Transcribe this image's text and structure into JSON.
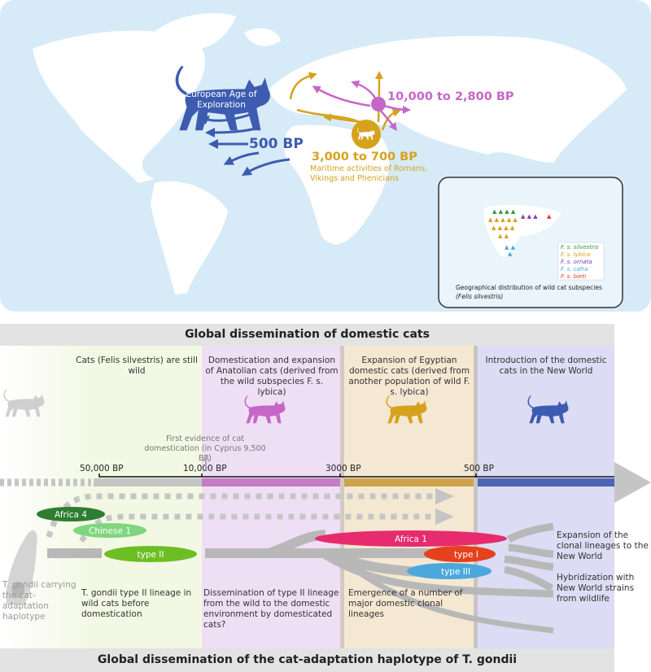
{
  "map": {
    "europe_label": "European Age of Exploration",
    "label_500": "500 BP",
    "label_10000": "10,000 to 2,800 BP",
    "label_3000": "3,000 to 700 BP",
    "maritime_note": "Maritime activities of Romans, Vikings and Phenicians",
    "inset": {
      "legend": [
        "F. s. silvestris",
        "F. s. lybica",
        "F. s. ornata",
        "F. s. cafra",
        "F. s. bieti"
      ],
      "legend_colors": [
        "#2e9a3a",
        "#d4a017",
        "#7b3fb5",
        "#4aa8dc",
        "#e03a2a"
      ],
      "caption_line1": "Geographical distribution of wild cat  subspecies",
      "caption_line2": "(Felis silvestris)"
    },
    "colors": {
      "ocean": "#d6ebf7",
      "new_world": "#3d5bb0",
      "egypt": "#d6a21e",
      "anatolia": "#c667c8"
    }
  },
  "timeline": {
    "title": "Global dissemination of domestic cats",
    "periods": [
      {
        "caption": "Cats (Felis silvestris) are still wild",
        "color": "#f3f8e4"
      },
      {
        "caption": "Domestication and expansion of Anatolian cats (derived from the wild subspecies F. s. lybica)",
        "color": "#efdff5"
      },
      {
        "caption": "Expansion of Egyptian domestic cats (derived from another population of wild F. s. lybica)",
        "color": "#f5e8d2"
      },
      {
        "caption": "Introduction of the domestic cats in the New World",
        "color": "#dcdcf4"
      }
    ],
    "first_evidence": "First evidence of cat domestication (in Cyprus 9,500 BP)",
    "ticks": [
      "50,000 BP",
      "10,000 BP",
      "3000 BP",
      "500 BP"
    ]
  },
  "lineages": {
    "labels": [
      "Africa 4",
      "Chinese 1",
      "type II",
      "Africa 1",
      "type I",
      "type III"
    ],
    "colors": [
      "#2e7d32",
      "#7fd67f",
      "#6cbf22",
      "#e62c6e",
      "#e5411f",
      "#4aa8dc"
    ],
    "tgondii_label": "T. gondii carrying the cat-adaptation haplotype",
    "captions": [
      "T. gondii type II lineage in wild cats before domestication",
      "Dissemination of type II lineage from the wild to the domestic environment by domesticated cats?",
      "Emergence of a number of major domestic clonal lineages"
    ],
    "expansion_note": "Expansion of the clonal lineages to the New World",
    "hybridization_note": "Hybridization with New World strains from wildlife",
    "title": "Global dissemination of the cat-adaptation haplotype of T. gondii"
  }
}
